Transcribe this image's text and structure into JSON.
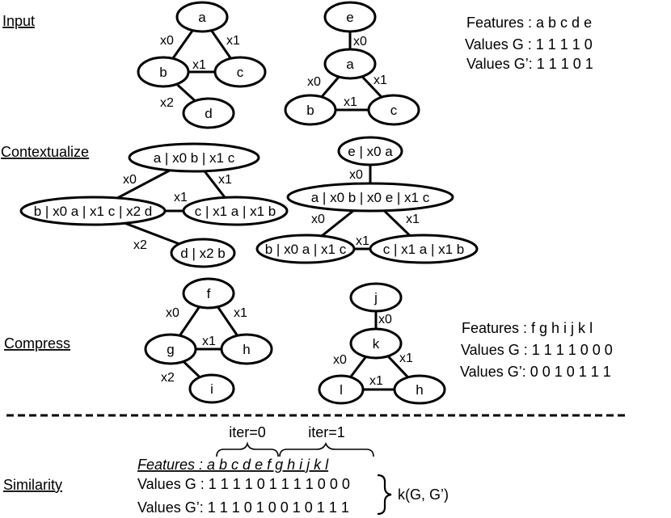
{
  "sections": {
    "input": "Input",
    "contextualize": "Contextualize",
    "compress": "Compress",
    "similarity": "Similarity"
  },
  "graphs": {
    "input_g": {
      "nodes": [
        "a",
        "b",
        "c",
        "d"
      ],
      "edges": [
        "x0",
        "x1",
        "x1",
        "x2"
      ]
    },
    "input_gp": {
      "nodes": [
        "e",
        "a",
        "b",
        "c"
      ],
      "edges": [
        "x0",
        "x0",
        "x1",
        "x1"
      ]
    },
    "ctx_g": {
      "nodes": [
        "a | x0 b | x1 c",
        "b | x0 a | x1 c | x2 d",
        "c | x1 a | x1 b",
        "d | x2 b"
      ],
      "edges": [
        "x0",
        "x1",
        "x1",
        "x2"
      ]
    },
    "ctx_gp": {
      "nodes": [
        "e | x0 a",
        "a  | x0 b | x0 e | x1 c",
        "b | x0 a | x1 c",
        "c | x1 a | x1 b"
      ],
      "edges": [
        "x0",
        "x0",
        "x1",
        "x1"
      ]
    },
    "cmp_g": {
      "nodes": [
        "f",
        "g",
        "h",
        "i"
      ],
      "edges": [
        "x0",
        "x1",
        "x1",
        "x2"
      ]
    },
    "cmp_gp": {
      "nodes": [
        "j",
        "k",
        "l",
        "h"
      ],
      "edges": [
        "x0",
        "x0",
        "x1",
        "x1"
      ]
    }
  },
  "input_info": {
    "features": "Features : a b c d e",
    "values_g": "Values G : 1 1 1 1 0",
    "values_gp": "Values G’: 1 1 1 0 1"
  },
  "compress_info": {
    "features": "Features : f  g h i  j  k  l",
    "values_g": "Values G : 1 1 1 1 0 0 0",
    "values_gp": "Values G’: 0 0 1 0 1 1 1"
  },
  "similarity": {
    "iter0": "iter=0",
    "iter1": "iter=1",
    "features": "Features : a b c d e f  g h i  j  k  l",
    "values_g": "Values G : 1 1 1 1 0 1 1 1 1 0 0 0",
    "values_gp": "Values G’: 1 1 1 0 1 0 0 1 0 1 1 1",
    "kernel": "k(G, G’)"
  }
}
